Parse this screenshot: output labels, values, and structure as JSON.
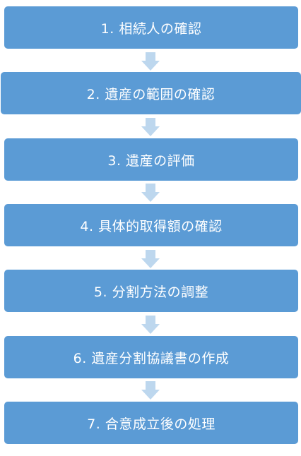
{
  "steps": [
    {
      "label": "1. 相続人の確認"
    },
    {
      "label": "2. 遺産の範囲の確認"
    },
    {
      "label": "3. 遺産の評価"
    },
    {
      "label": "4. 具体的取得額の確認"
    },
    {
      "label": "5. 分割方法の調整"
    },
    {
      "label": "6. 遺産分割協議書の作成"
    },
    {
      "label": "7. 合意成立後の処理"
    }
  ],
  "colors": {
    "box": "#5b9bd5",
    "arrow": "#bdd7ee",
    "text": "#ffffff"
  }
}
